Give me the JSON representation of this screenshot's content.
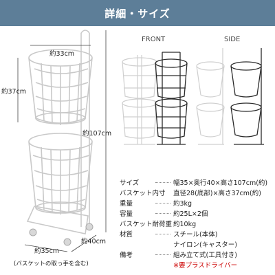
{
  "header": {
    "title": "詳細・サイズ"
  },
  "views": {
    "front": "FRONT",
    "side": "SIDE"
  },
  "dimensions": {
    "basket_diameter": "約33cm",
    "basket_height": "約37cm",
    "total_height": "約107cm",
    "width": "約35cm",
    "depth": "約40cm",
    "handle_note": "(バスケットの取っ手を含む)"
  },
  "specs": [
    {
      "label": "サイズ",
      "value": "幅35×奥行40×高さ107cm(約)"
    },
    {
      "label": "バスケット内寸",
      "value": "直径28(底部)×高さ37cm(約)"
    },
    {
      "label": "重量",
      "value": "約3kg"
    },
    {
      "label": "容量",
      "value": "約25L×2個"
    },
    {
      "label": "バスケット耐荷重",
      "value": "約10kg"
    },
    {
      "label": "材質",
      "value": "スチール(本体)",
      "value2": "ナイロン(キャスター)"
    },
    {
      "label": "備考",
      "value": "組み立て式(工具付き)",
      "note": "※要プラスドライバー"
    }
  ],
  "colors": {
    "header": "#5d7e98",
    "white_frame": "#cfcfcf",
    "black_frame": "#2a2a2a",
    "note": "#cc0000"
  }
}
